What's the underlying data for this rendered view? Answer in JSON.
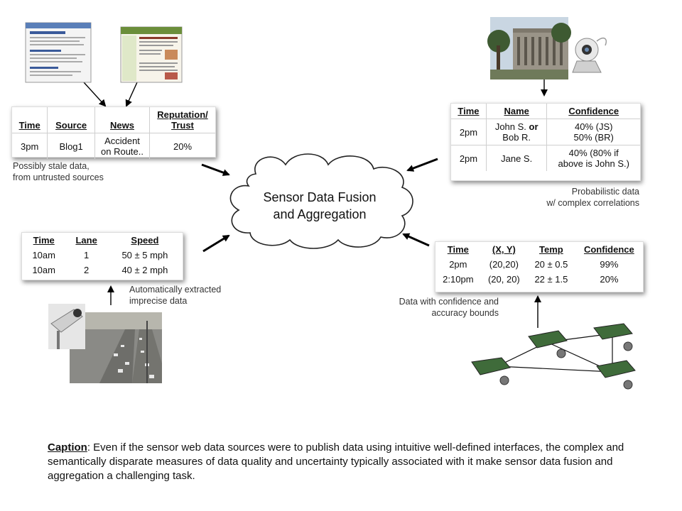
{
  "center": {
    "line1": "Sensor Data Fusion",
    "line2": "and Aggregation"
  },
  "news_table": {
    "headers": [
      "Time",
      "Source",
      "News",
      "Reputation/ Trust"
    ],
    "row": [
      "3pm",
      "Blog1",
      "Accident on Route..",
      "20%"
    ],
    "note_line1": "Possibly stale data,",
    "note_line2": "from untrusted sources"
  },
  "person_table": {
    "headers": [
      "Time",
      "Name",
      "Confidence"
    ],
    "row1": {
      "time": "2pm",
      "name_a": "John S.",
      "name_or": "or",
      "name_b": "Bob R.",
      "conf_a": "40% (JS)",
      "conf_b": "50% (BR)"
    },
    "row2": {
      "time": "2pm",
      "name": "Jane S.",
      "conf_a": "40% (80% if",
      "conf_b": "above is John S.)"
    },
    "note_line1": "Probabilistic data",
    "note_line2": "w/ complex correlations"
  },
  "traffic_table": {
    "headers": [
      "Time",
      "Lane",
      "Speed"
    ],
    "rows": [
      [
        "10am",
        "1",
        "50 ± 5 mph"
      ],
      [
        "10am",
        "2",
        "40 ± 2 mph"
      ]
    ],
    "note_line1": "Automatically extracted",
    "note_line2": "imprecise data"
  },
  "sensor_table": {
    "headers": [
      "Time",
      "(X, Y)",
      "Temp",
      "Confidence"
    ],
    "rows": [
      [
        "2pm",
        "(20,20)",
        "20 ± 0.5",
        "99%"
      ],
      [
        "2:10pm",
        "(20, 20)",
        "22 ± 1.5",
        "20%"
      ]
    ],
    "note_line1": "Data with confidence and",
    "note_line2": "accuracy bounds"
  },
  "caption": {
    "label": "Caption",
    "text": ": Even if the sensor web data sources were to publish data using intuitive well-defined interfaces, the complex and semantically disparate measures of data quality and uncertainty typically associated with it make sensor data fusion and aggregation a challenging task."
  },
  "colors": {
    "sky": "#c9d6e2",
    "building": "#9a9488",
    "road": "#8a8a86",
    "sensor_board": "#3f6b3a",
    "arrow": "#000000"
  },
  "icons": [
    "blog-screenshot-1",
    "blog-screenshot-2",
    "campus-photo",
    "webcam-icon",
    "traffic-camera-photo",
    "sensor-network-icon"
  ]
}
